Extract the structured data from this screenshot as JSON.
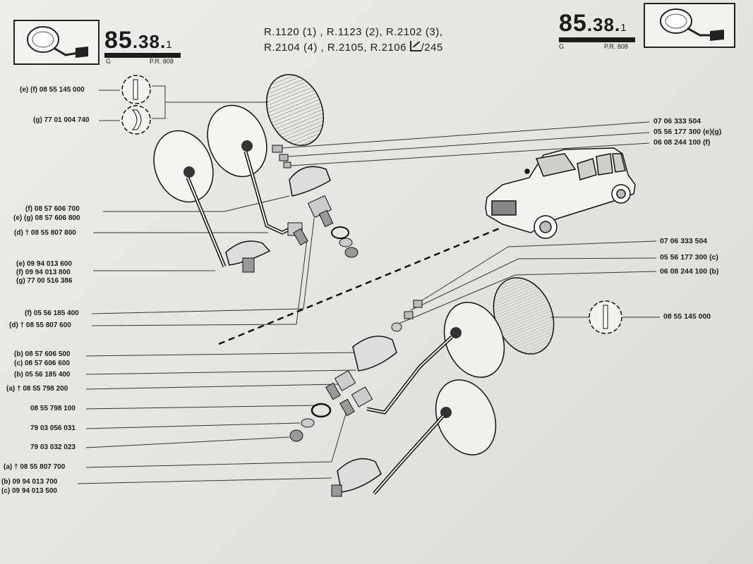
{
  "header": {
    "left": {
      "number_main": "85",
      "number_sub": ".38.",
      "number_suffix": "1",
      "code_g": "G",
      "code_pr": "P.R. 808"
    },
    "right": {
      "number_main": "85",
      "number_sub": ".38.",
      "number_suffix": "1",
      "code_g": "G",
      "code_pr": "P.R. 808"
    },
    "models_line1": "R.1120 (1) , R.1123 (2), R.2102 (3),",
    "models_line2": "R.2104 (4) , R.2105, R.2106",
    "models_suffix": "/245"
  },
  "labels_left": [
    "(e) (f) 08 55 145 000",
    "(g) 77 01 004 740",
    "(f) 08 57 606 700",
    "(e) (g) 08 57 606 800",
    "(d) † 08 55 807 800",
    "(e) 09 94 013 600",
    "(f) 09 94 013 800",
    "(g) 77 00 516 386",
    "(f) 05 56 185 400",
    "(d) † 08 55 807 600",
    "(b) 08 57 606 500",
    "(c) 08 57 606 600",
    "(b) 05 56 185 400",
    "(a) † 08 55 798 200",
    "08 55 798 100",
    "79 03 056 031",
    "79 03 032 023",
    "(a) † 08 55 807 700",
    "(b) 09 94 013 700",
    "(c) 09 94 013 500"
  ],
  "labels_right": [
    "07 06 333 504",
    "05 56 177 300 (e)(g)",
    "06 08 244 100 (f)",
    "07 06 333 504",
    "05 56 177 300 (c)",
    "06 08 244 100 (b)",
    "08 55 145 000"
  ]
}
